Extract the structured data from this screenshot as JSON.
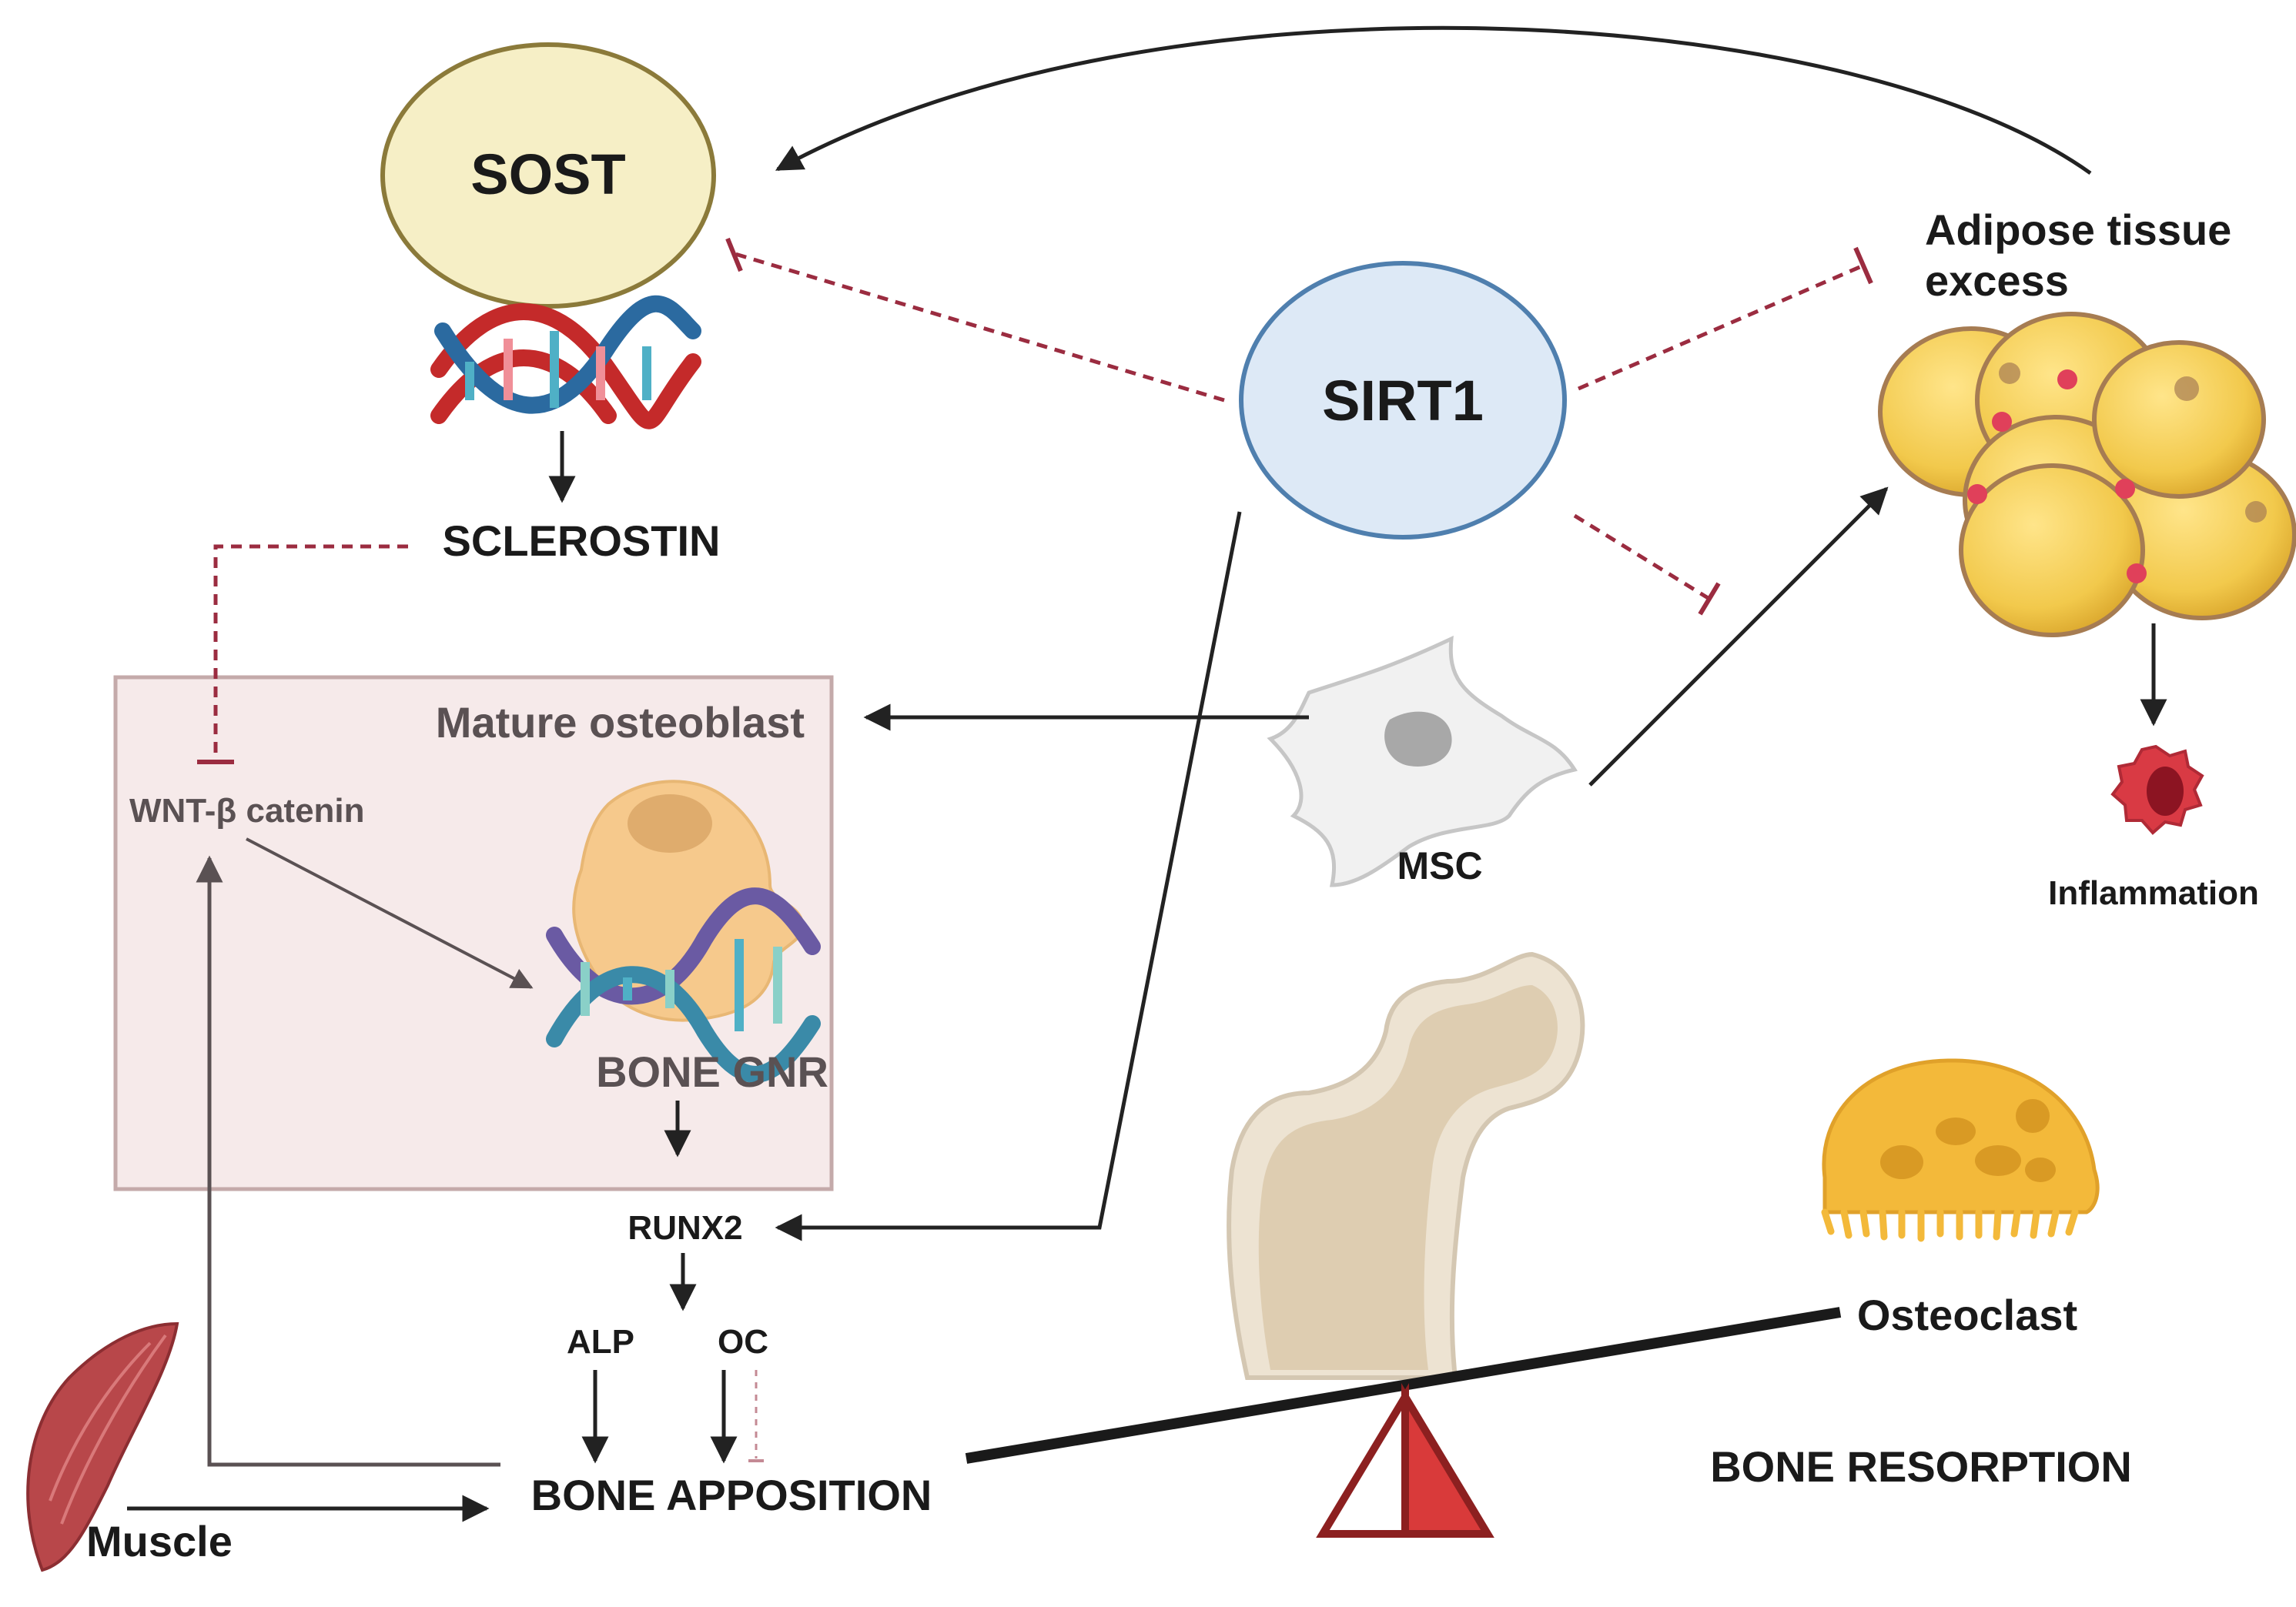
{
  "nodes": {
    "sost": "SOST",
    "sirt1": "SIRT1",
    "sclerostin": "SCLEROSTIN",
    "adipose_line1": "Adipose tissue",
    "adipose_line2": "excess",
    "mature_osteoblast": "Mature osteoblast",
    "wnt": "WNT-β catenin",
    "bone_gnr": "BONE GNR",
    "msc": "MSC",
    "inflammation": "Inflammation",
    "runx2": "RUNX2",
    "alp": "ALP",
    "oc": "OC",
    "bone_apposition": "BONE APPOSITION",
    "muscle": "Muscle",
    "osteoclast": "Osteoclast",
    "bone_resorption": "BONE RESORPTION"
  },
  "colors": {
    "sost_fill": "#f6efc6",
    "sost_stroke": "#8b7a3a",
    "sirt1_fill": "#dde9f6",
    "sirt1_stroke": "#4f7fae",
    "inhibition": "#9b2c40",
    "arrow": "#222222",
    "osteoblast_box": "#f6eaea",
    "osteoblast_border": "#c4aaaa",
    "fat_cell": "#f2c94c",
    "osteoclast": "#f3b93a",
    "muscle": "#b8474a",
    "fulcrum": "#d93a3a"
  }
}
